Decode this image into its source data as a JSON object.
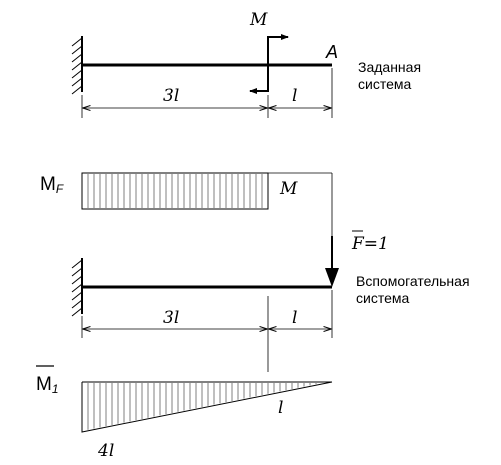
{
  "top_system": {
    "moment_label": "M",
    "end_label": "A",
    "span_left": "3l",
    "span_right": "l",
    "caption_line1": "Заданная",
    "caption_line2": "система"
  },
  "mf_diagram": {
    "label_main": "M",
    "label_sub": "F",
    "value_label": "M"
  },
  "aux_system": {
    "force_label": "F=1",
    "force_bar_over": "F",
    "span_left": "3l",
    "span_right": "l",
    "caption_line1": "Вспомогательная",
    "caption_line2": "система"
  },
  "m1_diagram": {
    "label_main": "M",
    "label_sub": "1",
    "tip_value": "l",
    "root_value": "4l"
  }
}
